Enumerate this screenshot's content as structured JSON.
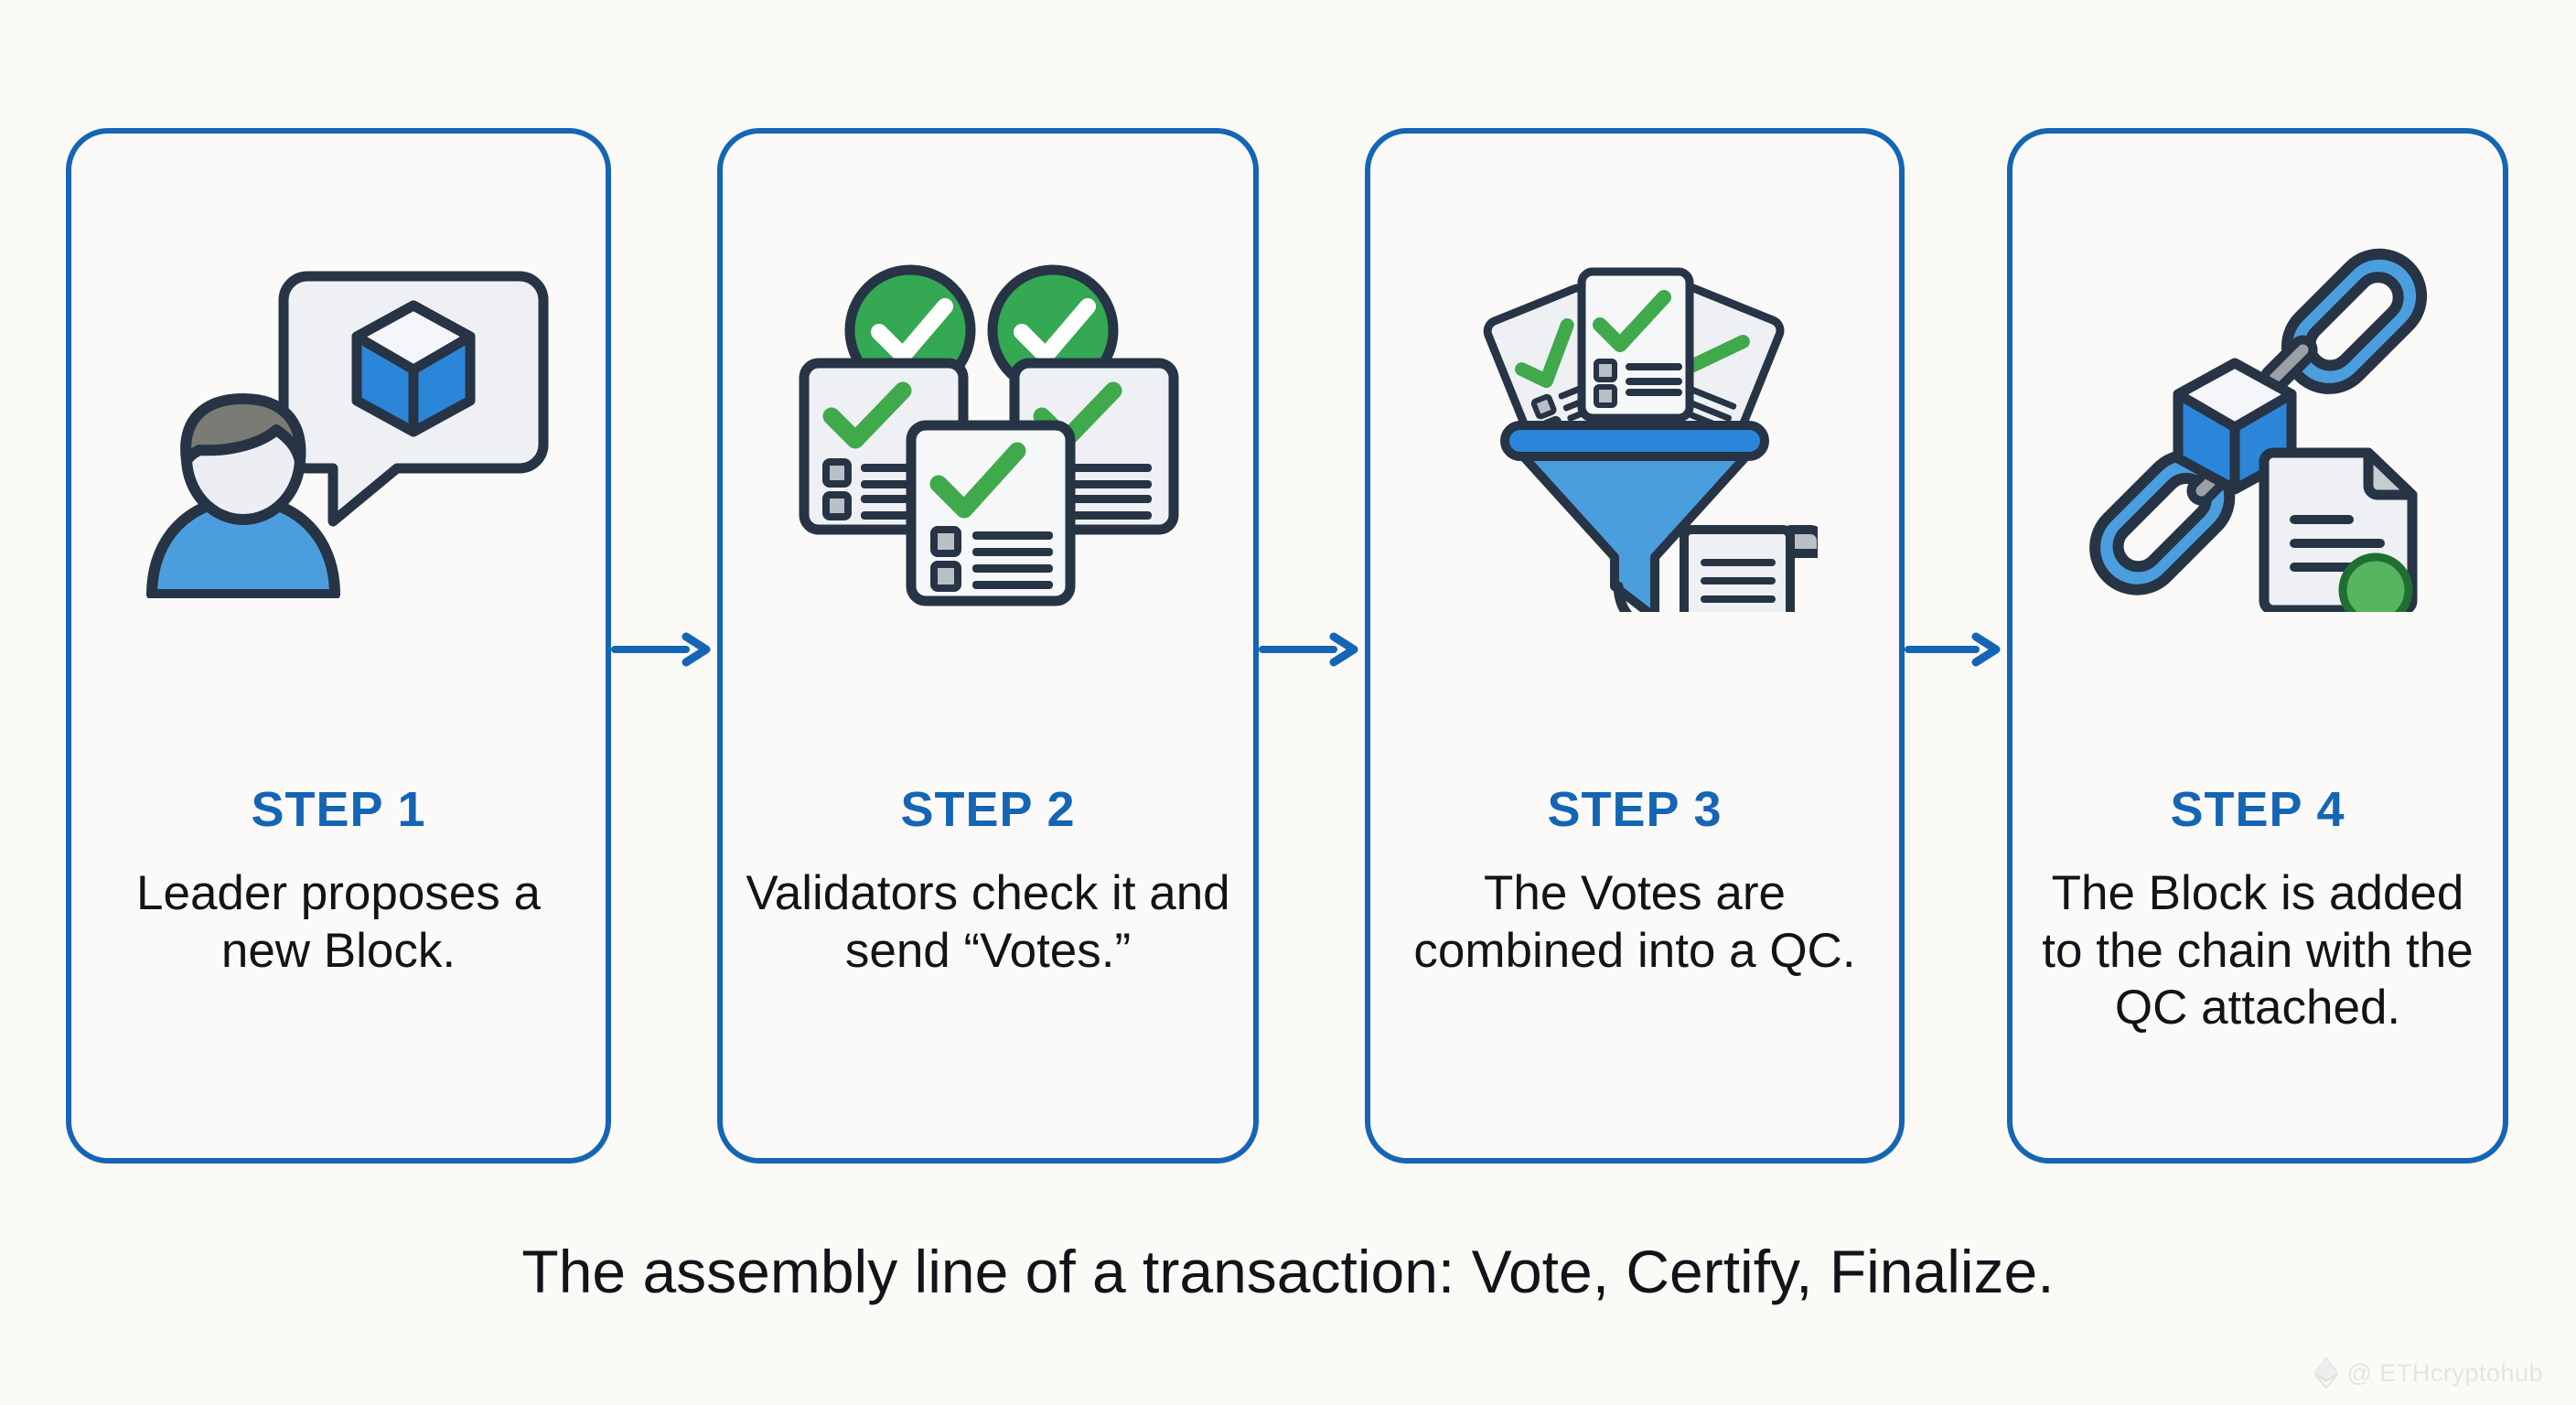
{
  "diagram": {
    "caption": "The assembly line of a transaction: Vote, Certify, Finalize.",
    "accent_color": "#1565b5",
    "background_color": "#fbfaf7",
    "text_color": "#111418",
    "check_color": "#3fa94c",
    "steps": [
      {
        "title": "STEP 1",
        "description": "Leader proposes a new Block.",
        "icon": "person-speech-bubble-block-icon"
      },
      {
        "title": "STEP 2",
        "description": "Validators check it and send “Votes.”",
        "icon": "ballots-with-checkmarks-icon"
      },
      {
        "title": "STEP 3",
        "description": "The Votes are combined into a QC.",
        "icon": "funnel-votes-to-certificate-icon"
      },
      {
        "title": "STEP 4",
        "description": "The Block is added to the chain with the QC attached.",
        "icon": "chain-block-certificate-icon"
      }
    ],
    "connectors": [
      {
        "name": "arrow-step1-to-step2"
      },
      {
        "name": "arrow-step2-to-step3"
      },
      {
        "name": "arrow-step3-to-step4"
      }
    ]
  },
  "watermark": {
    "handle": "@ ETHcryptohub",
    "logo": "ethereum-diamond-icon"
  }
}
